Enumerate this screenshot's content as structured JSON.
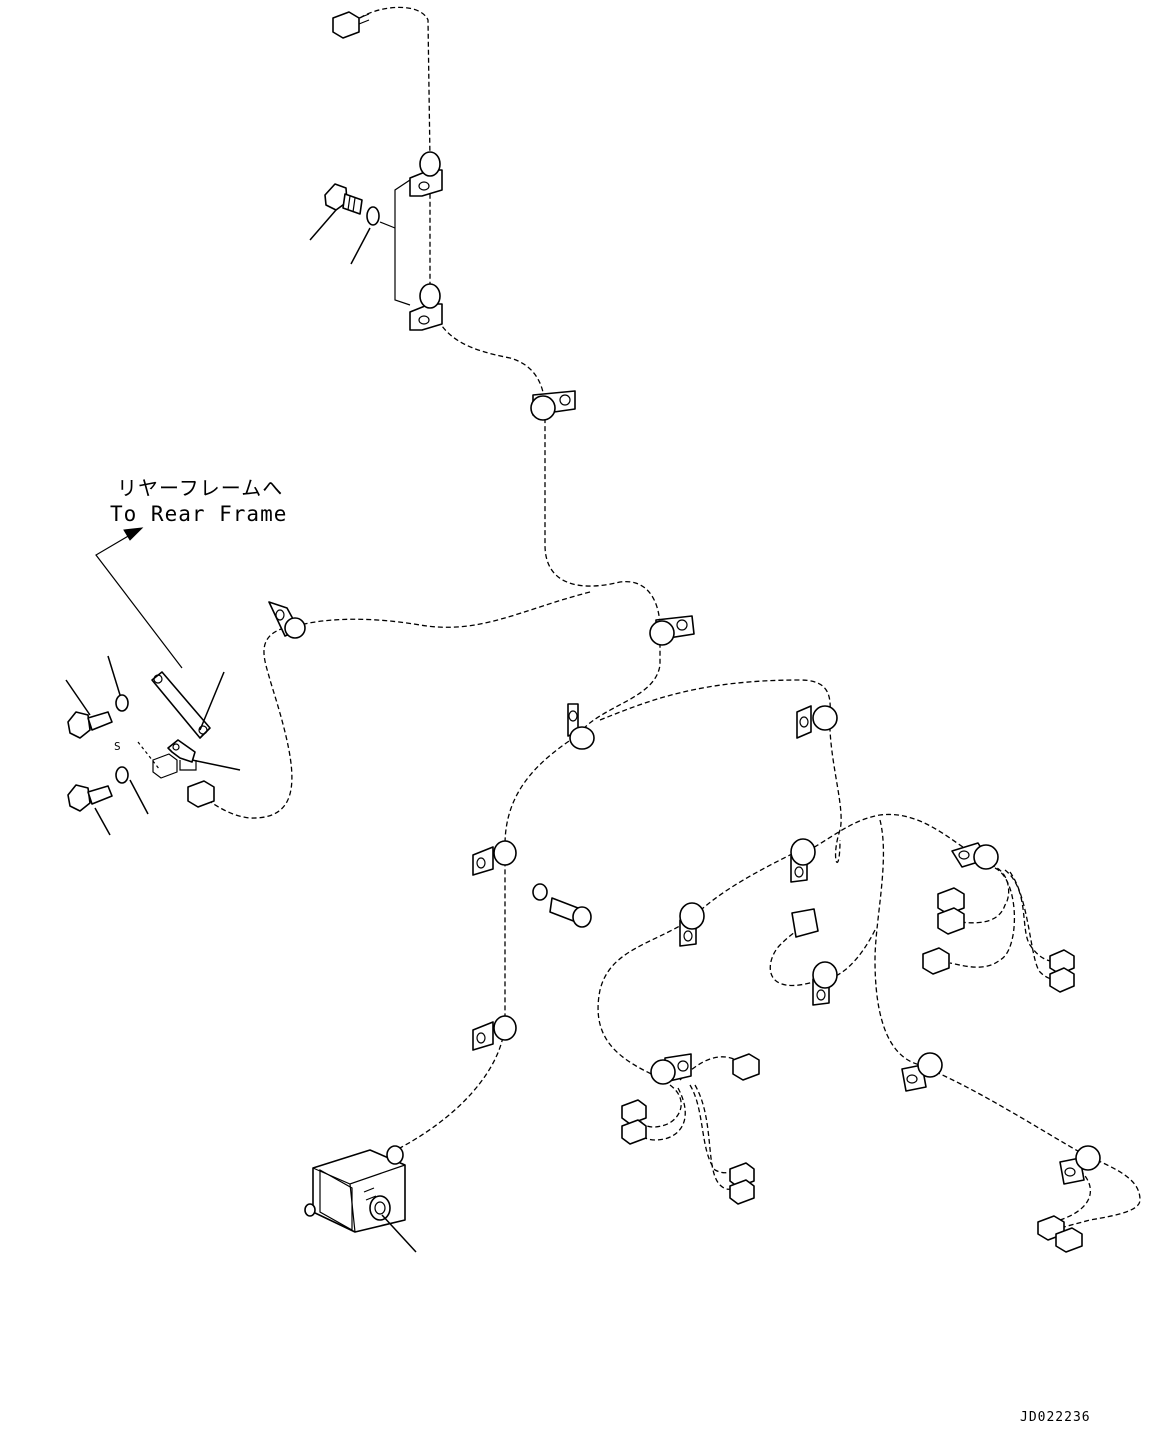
{
  "annotation": {
    "japanese": "リヤーフレームへ",
    "english": "To Rear Frame"
  },
  "drawing_code": "JD022236",
  "small_mark": "S",
  "icons": [
    "clamp-icon",
    "bolt-icon",
    "washer-icon",
    "connector-icon",
    "bracket-icon",
    "module-icon",
    "arrow-icon"
  ]
}
